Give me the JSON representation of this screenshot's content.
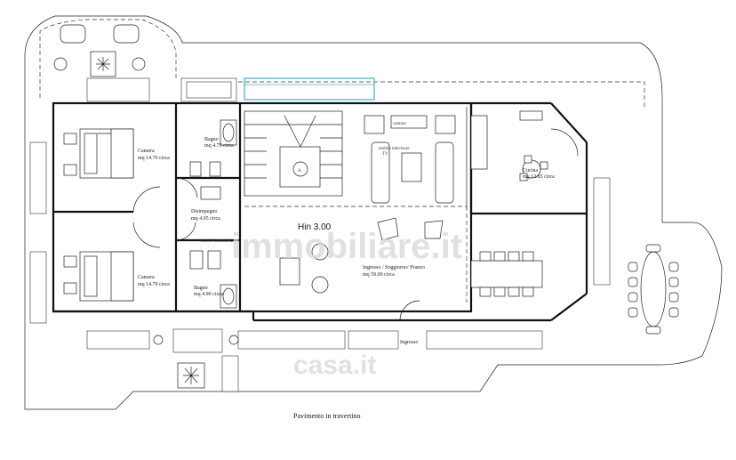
{
  "rooms": {
    "camera_top": {
      "name": "Camera",
      "area": "mq 14.70 circa"
    },
    "bagno_top": {
      "name": "Bagno",
      "area": "mq 4.75 circa"
    },
    "disimpegno": {
      "name": "Disimpegno",
      "area": "mq 4.95 circa"
    },
    "camera_bottom": {
      "name": "Camera",
      "area": "mq 14.70 circa"
    },
    "bagno_bottom": {
      "name": "Bagno",
      "area": "mq 4.90 circa"
    },
    "soggiorno": {
      "name": "Ingresso / Soggiorno/ Pranzo",
      "area": "mq 59.00 circa"
    },
    "cucina": {
      "name": "Cucina",
      "area": "mq 12.85 circa"
    }
  },
  "labels": {
    "height": "Hin 3.00",
    "stair_mark": "A",
    "ingresso": "Ingresso",
    "pavimento": "Pavimento in travertino",
    "camino": "camino",
    "mobile_tv": "mobile televisore",
    "tv": "TV",
    "mobile_lavanderia": "mobile lavanderia"
  },
  "watermarks": {
    "main": "immobiliare.it",
    "secondary": "casa.it"
  },
  "colors": {
    "line": "#111111",
    "glass": "#4aa8c8",
    "watermark": "#d8d8d8"
  }
}
